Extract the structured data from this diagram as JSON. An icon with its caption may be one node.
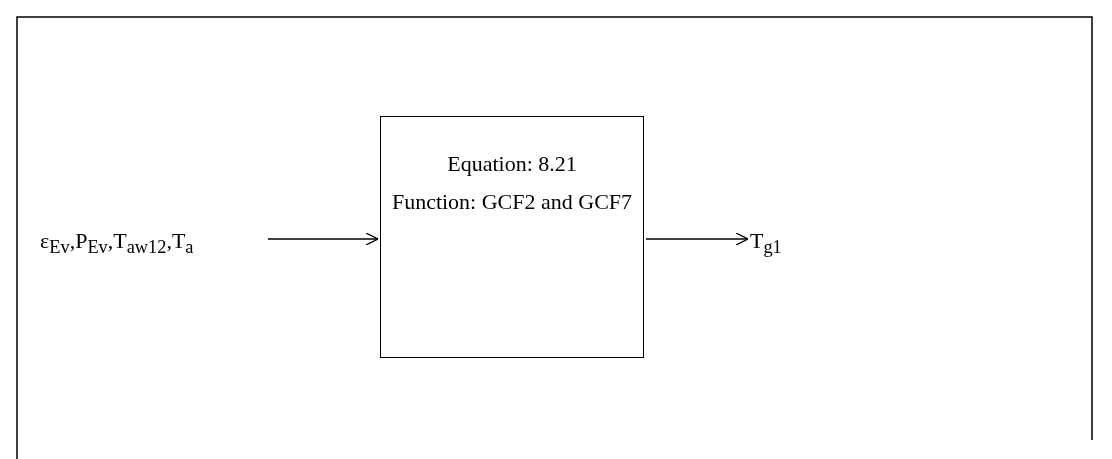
{
  "diagram": {
    "nodes": [
      {
        "text": [
          "ε$_{Ev}$,P$_{Ev}$,T$_{aw12}$,T$_{a}$"
        ]
      },
      {
        "text": [
          "Equation: 8.21",
          "Function: GCF2 and GCF7"
        ]
      },
      {
        "text": [
          "T$_{g1}$"
        ]
      }
    ],
    "edges": [
      {
        "from": 0,
        "to": 1,
        "arrow": "to"
      },
      {
        "from": 1,
        "to": 2,
        "arrow": "to"
      }
    ]
  }
}
